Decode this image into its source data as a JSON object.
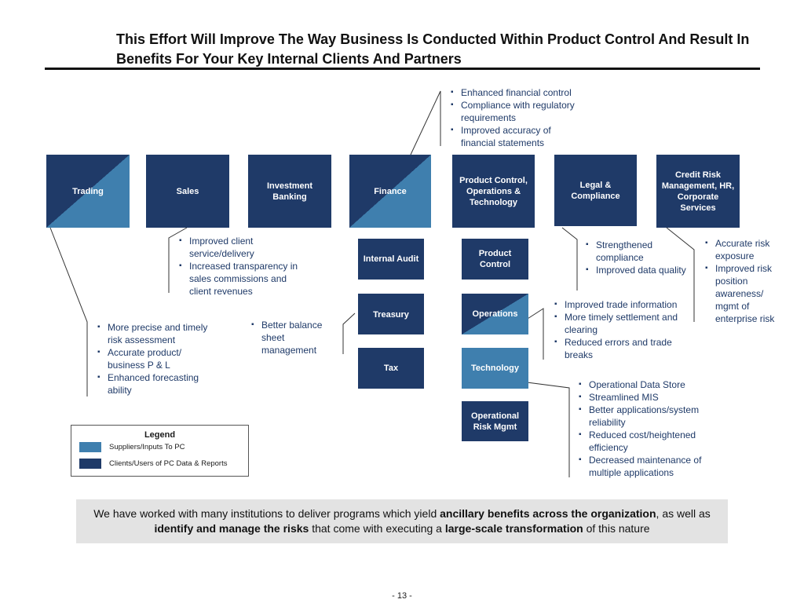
{
  "title": "This Effort Will Improve The Way Business Is Conducted Within Product Control And Result In Benefits For Your Key Internal Clients And Partners",
  "boxes": {
    "trading": "Trading",
    "sales": "Sales",
    "investment_banking": "Investment Banking",
    "finance": "Finance",
    "pc_ops_tech": "Product Control, Operations & Technology",
    "legal": "Legal & Compliance",
    "credit_risk": "Credit Risk Management, HR, Corporate Services",
    "internal_audit": "Internal Audit",
    "treasury": "Treasury",
    "tax": "Tax",
    "product_control": "Product Control",
    "operations": "Operations",
    "technology": "Technology",
    "operational_risk": "Operational Risk Mgmt"
  },
  "bullets": {
    "finance": [
      "Enhanced financial control",
      "Compliance with regulatory requirements",
      "Improved accuracy of financial statements"
    ],
    "sales": [
      "Improved client service/delivery",
      "Increased transparency in sales commissions and client revenues"
    ],
    "trading": [
      "More precise and timely risk assessment",
      "Accurate product/ business P & L",
      "Enhanced forecasting ability"
    ],
    "treasury": [
      "Better balance sheet management"
    ],
    "legal": [
      "Strengthened compliance",
      "Improved data quality"
    ],
    "credit_risk": [
      "Accurate risk exposure",
      "Improved risk position awareness/ mgmt of enterprise risk"
    ],
    "operations": [
      "Improved trade information",
      "More timely settlement and clearing",
      "Reduced errors and trade breaks"
    ],
    "technology": [
      "Operational Data Store",
      "Streamlined MIS",
      "Better applications/system reliability",
      "Reduced cost/heightened efficiency",
      "Decreased maintenance of multiple applications"
    ]
  },
  "legend": {
    "title": "Legend",
    "items": [
      {
        "label": "Suppliers/Inputs To PC",
        "color": "#3f7fae"
      },
      {
        "label": "Clients/Users of PC Data & Reports",
        "color": "#1f3a68"
      }
    ]
  },
  "banner": {
    "t1": "We have worked with many institutions to deliver programs which yield ",
    "b1": "ancillary benefits across the organization",
    "t2": ", as well as ",
    "b2": "identify and manage the risks",
    "t3": " that come with executing a ",
    "b3": "large-scale transformation",
    "t4": " of this nature"
  },
  "page_number": "- 13 -",
  "colors": {
    "dark": "#1f3a68",
    "light": "#3f7fae"
  }
}
